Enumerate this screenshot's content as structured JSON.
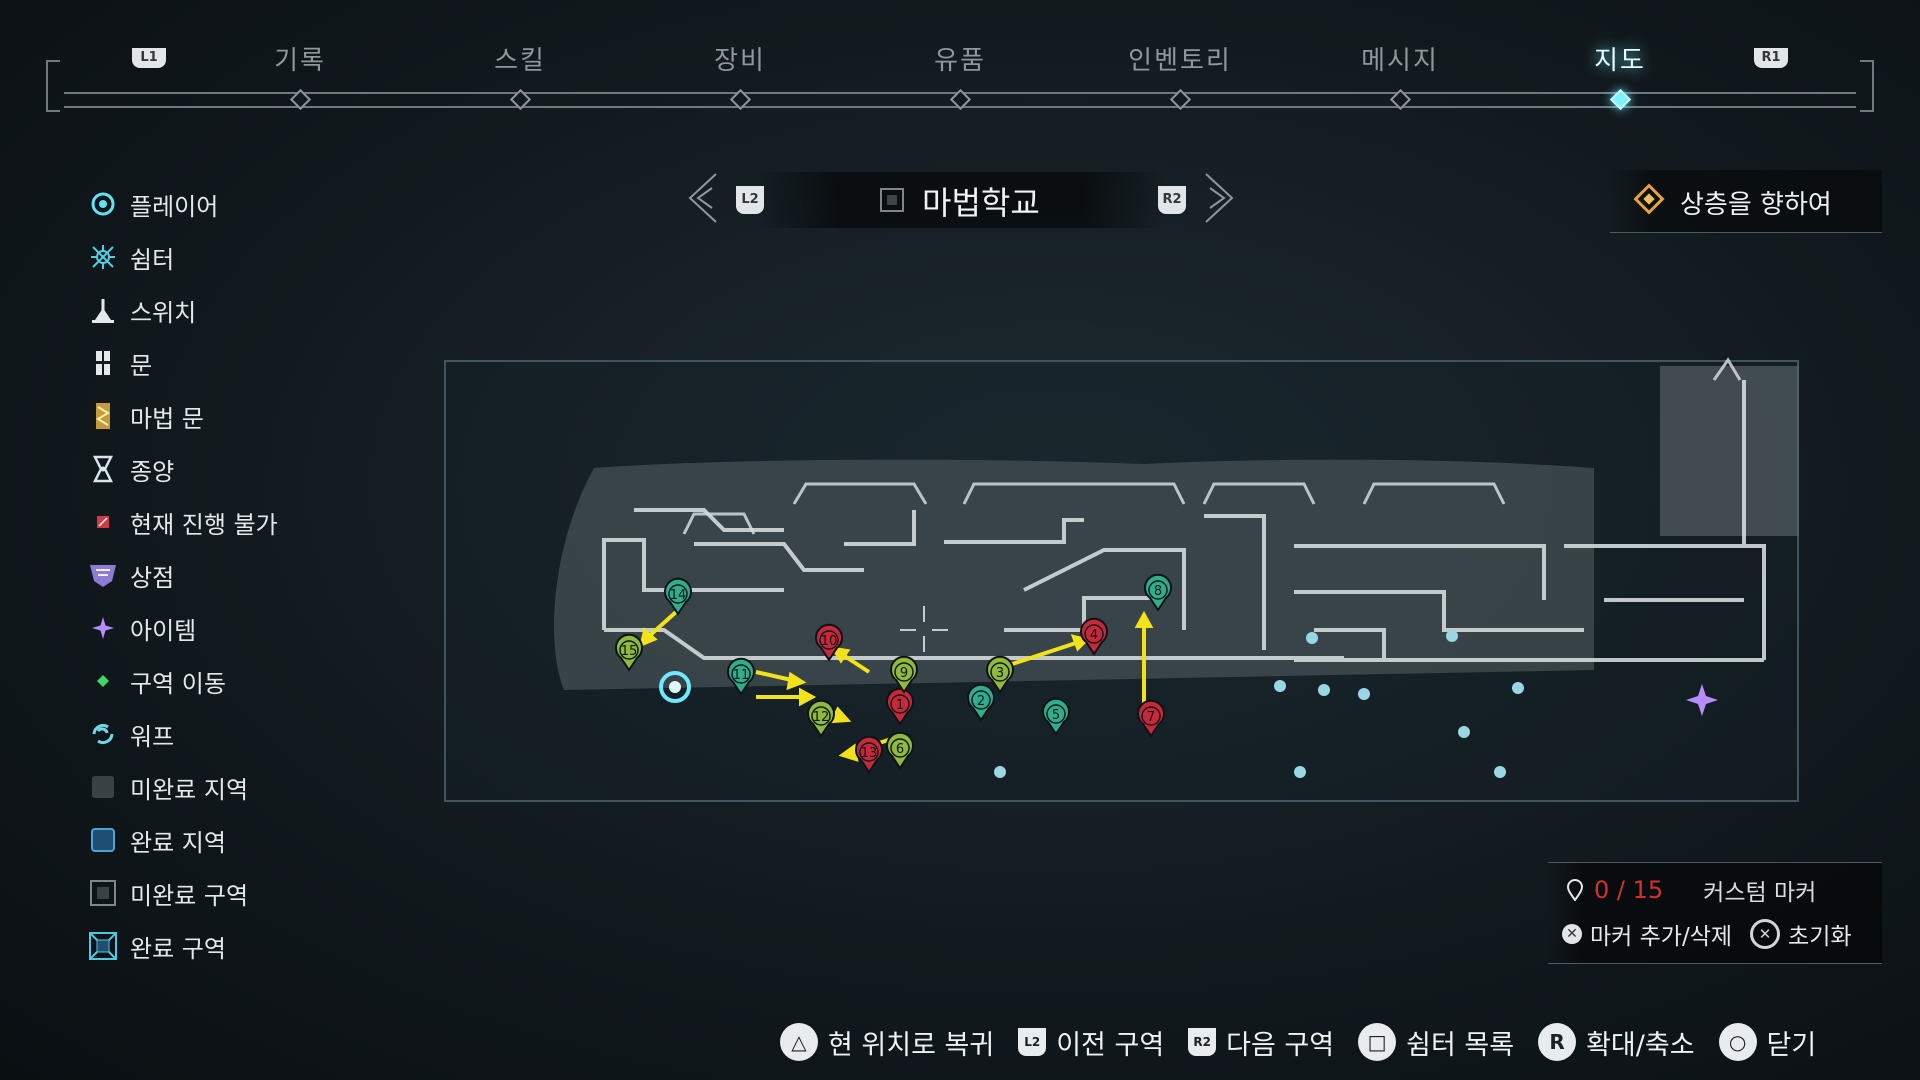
{
  "tabs": {
    "left_shoulder": "L1",
    "right_shoulder": "R1",
    "items": [
      {
        "label": "기록",
        "active": false
      },
      {
        "label": "스킬",
        "active": false
      },
      {
        "label": "장비",
        "active": false
      },
      {
        "label": "유품",
        "active": false
      },
      {
        "label": "인벤토리",
        "active": false
      },
      {
        "label": "메시지",
        "active": false
      },
      {
        "label": "지도",
        "active": true
      }
    ]
  },
  "legend": [
    {
      "label": "플레이어",
      "icon": "player-icon"
    },
    {
      "label": "쉼터",
      "icon": "shelter-icon"
    },
    {
      "label": "스위치",
      "icon": "switch-icon"
    },
    {
      "label": "문",
      "icon": "door-icon"
    },
    {
      "label": "마법 문",
      "icon": "magic-door-icon"
    },
    {
      "label": "종양",
      "icon": "tumor-icon"
    },
    {
      "label": "현재 진행 불가",
      "icon": "blocked-icon"
    },
    {
      "label": "상점",
      "icon": "shop-icon"
    },
    {
      "label": "아이템",
      "icon": "item-icon"
    },
    {
      "label": "구역 이동",
      "icon": "area-move-icon"
    },
    {
      "label": "워프",
      "icon": "warp-icon"
    },
    {
      "label": "미완료 지역",
      "icon": "incomplete-region-icon"
    },
    {
      "label": "완료 지역",
      "icon": "complete-region-icon"
    },
    {
      "label": "미완료 구역",
      "icon": "incomplete-area-icon"
    },
    {
      "label": "완료 구역",
      "icon": "complete-area-icon"
    }
  ],
  "area": {
    "prev_button": "L2",
    "next_button": "R2",
    "title": "마법학교"
  },
  "objective": {
    "label": "상층을 향하여",
    "color": "#e9a23b"
  },
  "map": {
    "markers": [
      {
        "n": "1",
        "color": "red"
      },
      {
        "n": "2",
        "color": "teal"
      },
      {
        "n": "3",
        "color": "green"
      },
      {
        "n": "4",
        "color": "red"
      },
      {
        "n": "5",
        "color": "teal"
      },
      {
        "n": "6",
        "color": "green"
      },
      {
        "n": "7",
        "color": "red"
      },
      {
        "n": "8",
        "color": "teal"
      },
      {
        "n": "9",
        "color": "green"
      },
      {
        "n": "10",
        "color": "red"
      },
      {
        "n": "11",
        "color": "teal"
      },
      {
        "n": "12",
        "color": "green"
      },
      {
        "n": "13",
        "color": "red"
      },
      {
        "n": "14",
        "color": "teal"
      },
      {
        "n": "15",
        "color": "green"
      }
    ],
    "marker_colors": {
      "red": "#c8283a",
      "teal": "#2fae8e",
      "green": "#8fba3c"
    },
    "route_color": "#f2e21a"
  },
  "custom_marker": {
    "count": "0 / 15",
    "title": "커스텀 마커",
    "add_remove_label": "마커 추가/삭제",
    "reset_label": "초기화"
  },
  "controls": [
    {
      "glyph": "△",
      "label": "현 위치로 복귀",
      "type": "round"
    },
    {
      "glyph": "L2",
      "label": "이전 구역",
      "type": "chip"
    },
    {
      "glyph": "R2",
      "label": "다음 구역",
      "type": "chip"
    },
    {
      "glyph": "□",
      "label": "쉼터 목록",
      "type": "round"
    },
    {
      "glyph": "R",
      "label": "확대/축소",
      "type": "round"
    },
    {
      "glyph": "○",
      "label": "닫기",
      "type": "round"
    }
  ]
}
